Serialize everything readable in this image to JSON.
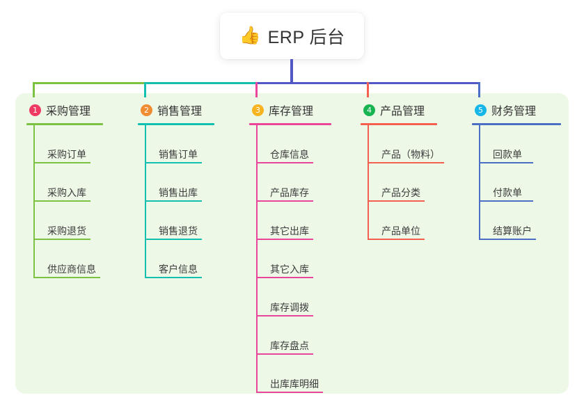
{
  "root": {
    "icon": "thumbs-up-emoji",
    "emoji": "👍",
    "title": "ERP 后台"
  },
  "theme": {
    "page_bg": "#ffffff",
    "panel_bg": "#eef8e7",
    "card_bg": "#ffffff",
    "text": "#3c3c3c",
    "root_stem": "#5157c4"
  },
  "columns": [
    {
      "number": "1",
      "title": "采购管理",
      "badge_color": "#ef3b63",
      "line_color": "#7cc242",
      "leaves": [
        {
          "label": "采购订单"
        },
        {
          "label": "采购入库"
        },
        {
          "label": "采购退货"
        },
        {
          "label": "供应商信息"
        }
      ]
    },
    {
      "number": "2",
      "title": "销售管理",
      "badge_color": "#f08c32",
      "line_color": "#12bfb0",
      "leaves": [
        {
          "label": "销售订单"
        },
        {
          "label": "销售出库"
        },
        {
          "label": "销售退货"
        },
        {
          "label": "客户信息"
        }
      ]
    },
    {
      "number": "3",
      "title": "库存管理",
      "badge_color": "#f7b320",
      "line_color": "#e8459b",
      "leaves": [
        {
          "label": "仓库信息"
        },
        {
          "label": "产品库存"
        },
        {
          "label": "其它出库"
        },
        {
          "label": "其它入库"
        },
        {
          "label": "库存调拨"
        },
        {
          "label": "库存盘点"
        },
        {
          "label": "出库库明细"
        }
      ]
    },
    {
      "number": "4",
      "title": "产品管理",
      "badge_color": "#18b451",
      "line_color": "#f4604f",
      "leaves": [
        {
          "label": "产品（物料）"
        },
        {
          "label": "产品分类"
        },
        {
          "label": "产品单位"
        }
      ]
    },
    {
      "number": "5",
      "title": "财务管理",
      "badge_color": "#17b6e8",
      "line_color": "#4a6fc4",
      "leaves": [
        {
          "label": "回款单"
        },
        {
          "label": "付款单"
        },
        {
          "label": "结算账户"
        }
      ]
    }
  ]
}
